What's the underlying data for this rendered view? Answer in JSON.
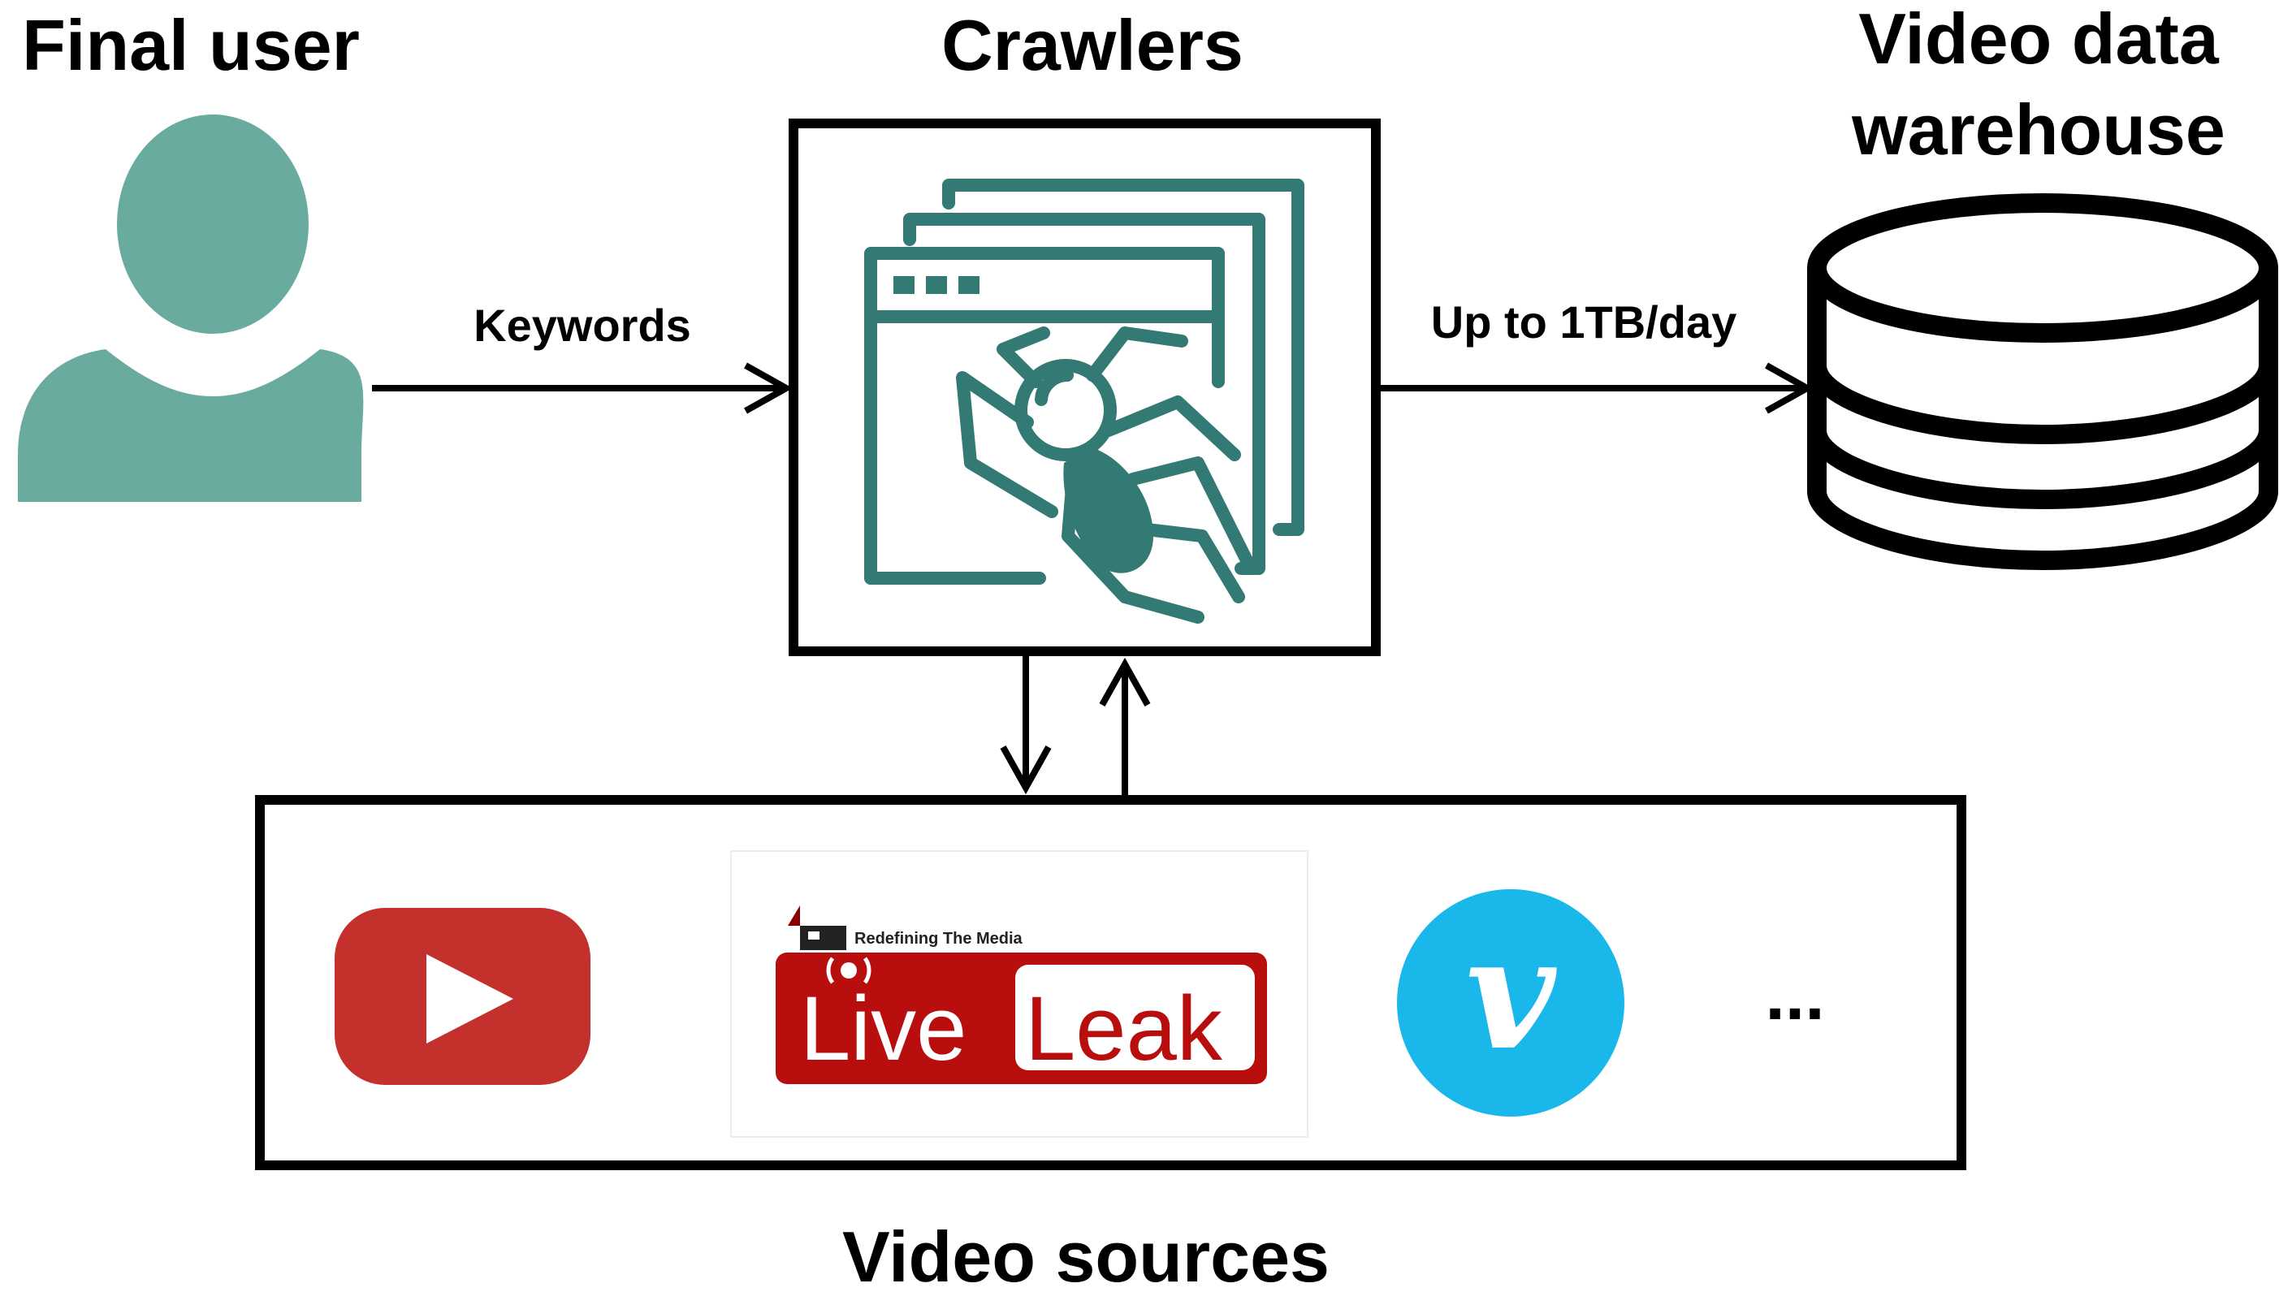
{
  "nodes": {
    "final_user": {
      "label": "Final user"
    },
    "crawlers": {
      "label": "Crawlers"
    },
    "warehouse": {
      "label_line1": "Video data",
      "label_line2": "warehouse"
    },
    "sources": {
      "label": "Video sources",
      "items": {
        "youtube": {
          "icon": "youtube-logo"
        },
        "liveleak": {
          "icon": "liveleak-logo",
          "tagline": "Redefining The Media",
          "word1": "Live",
          "word2": "Leak"
        },
        "vimeo": {
          "icon": "vimeo-logo",
          "letter": "v"
        },
        "more": {
          "label": "..."
        }
      }
    }
  },
  "edges": {
    "user_to_crawlers": {
      "label": "Keywords"
    },
    "crawlers_to_warehouse": {
      "label": "Up to 1TB/day"
    }
  },
  "colors": {
    "user_icon": "#6aab9f",
    "crawler_icon": "#337a74",
    "youtube": "#c4302b",
    "liveleak": "#b80e0e",
    "vimeo": "#1ab7ea",
    "stroke": "#000000"
  }
}
